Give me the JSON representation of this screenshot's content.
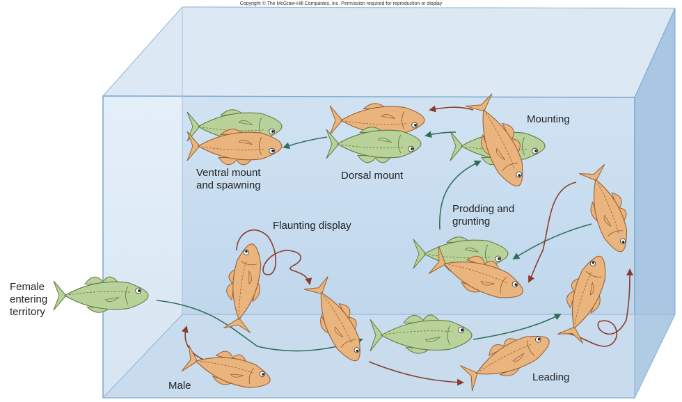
{
  "copyright": "Copyright © The McGraw-Hill Companies, Inc. Permission required for reproduction or display",
  "labels": {
    "female": "Female\nentering\nterritory",
    "male": "Male",
    "flaunting": "Flaunting display",
    "leading": "Leading",
    "prodding": "Prodding and\ngrunting",
    "mounting": "Mounting",
    "dorsal": "Dorsal mount",
    "ventral": "Ventral mount\nand spawning"
  },
  "colors": {
    "female_fish": "#b9d29a",
    "male_fish": "#e9b47d",
    "female_arrow": "#2f6f59",
    "male_arrow": "#8a3b2c",
    "tank_glass": "#c9dff0",
    "tank_edge": "#7aa6cc"
  }
}
